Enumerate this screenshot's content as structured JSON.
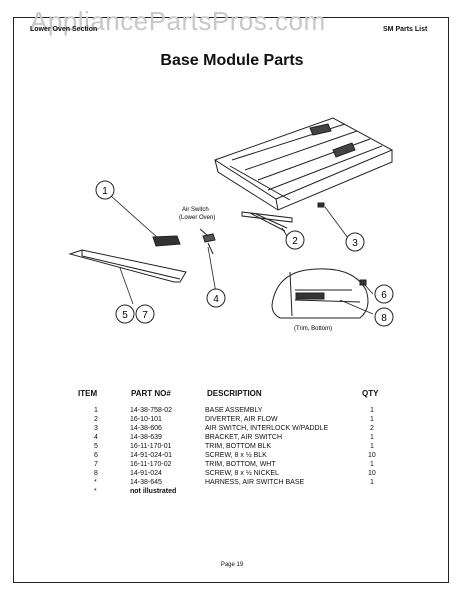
{
  "watermark": "AppliancePartsPros.com",
  "header": {
    "left": "Lower Oven Section",
    "right": "SM Parts List"
  },
  "title": "Base Module Parts",
  "diagram": {
    "air_switch_label_line1": "Air Switch",
    "air_switch_label_line2": "(Lower Oven)",
    "trim_label": "(Trim, Bottom)",
    "callouts": [
      "1",
      "2",
      "3",
      "4",
      "5",
      "7",
      "6",
      "8"
    ]
  },
  "table": {
    "headers": {
      "item": "ITEM",
      "part": "PART NO#",
      "desc": "DESCRIPTION",
      "qty": "QTY"
    },
    "rows": [
      {
        "item": "1",
        "part": "14-38-758-02",
        "desc": "BASE ASSEMBLY",
        "qty": "1"
      },
      {
        "item": "2",
        "part": "16-10-101",
        "desc": "DIVERTER, AIR FLOW",
        "qty": "1"
      },
      {
        "item": "3",
        "part": "14-38-606",
        "desc": "AIR SWITCH, INTERLOCK W/PADDLE",
        "qty": "2"
      },
      {
        "item": "4",
        "part": "14-38-639",
        "desc": "BRACKET, AIR SWITCH",
        "qty": "1"
      },
      {
        "item": "5",
        "part": "16-11-170-01",
        "desc": "TRIM, BOTTOM BLK",
        "qty": "1"
      },
      {
        "item": "6",
        "part": "14-91-024-01",
        "desc": "SCREW, 8 x ½ BLK",
        "qty": "10"
      },
      {
        "item": "7",
        "part": "16-11-170-02",
        "desc": "TRIM, BOTTOM, WHT",
        "qty": "1"
      },
      {
        "item": "8",
        "part": "14-91-024",
        "desc": "SCREW, 8 x ½ NICKEL",
        "qty": "10"
      },
      {
        "item": "*",
        "part": "14-38-645",
        "desc": "HARNESS, AIR SWITCH BASE",
        "qty": "1"
      },
      {
        "item": "*",
        "part": "not illustrated",
        "desc": "",
        "qty": ""
      }
    ]
  },
  "footer": "Page 19"
}
